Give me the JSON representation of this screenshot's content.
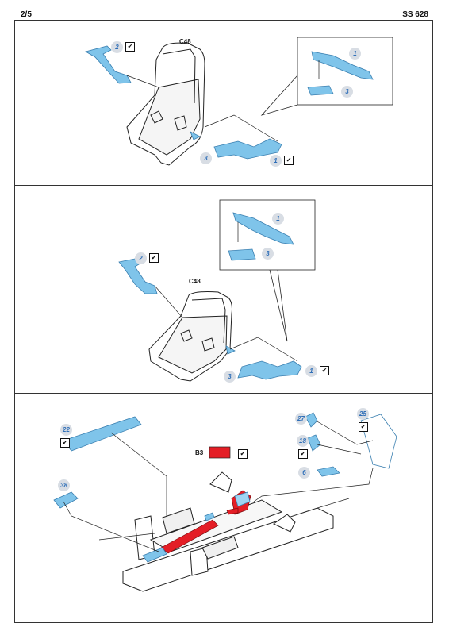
{
  "header": {
    "page": "2/5",
    "code": "SS 628"
  },
  "panel1": {
    "part_label": "C48",
    "callouts": [
      {
        "num": "2",
        "checked": true
      },
      {
        "num": "1",
        "checked": false
      },
      {
        "num": "3",
        "checked": false
      },
      {
        "num": "3",
        "checked": false
      },
      {
        "num": "1",
        "checked": true
      }
    ]
  },
  "panel2": {
    "part_label": "C48",
    "callouts": [
      {
        "num": "1",
        "checked": false
      },
      {
        "num": "3",
        "checked": false
      },
      {
        "num": "2",
        "checked": true
      },
      {
        "num": "3",
        "checked": false
      },
      {
        "num": "1",
        "checked": true
      }
    ]
  },
  "panel3": {
    "paint_label": "B3",
    "paint_color": "#e41e26",
    "callouts": [
      {
        "num": "22",
        "checked": true
      },
      {
        "num": "38",
        "checked": false
      },
      {
        "num": "27",
        "checked": false
      },
      {
        "num": "25",
        "checked": true
      },
      {
        "num": "18",
        "checked": true
      },
      {
        "num": "6",
        "checked": false
      }
    ]
  },
  "check_glyph": "✔",
  "colors": {
    "etch": "#7fc4ea",
    "paint": "#e41e26",
    "line": "#222222"
  }
}
